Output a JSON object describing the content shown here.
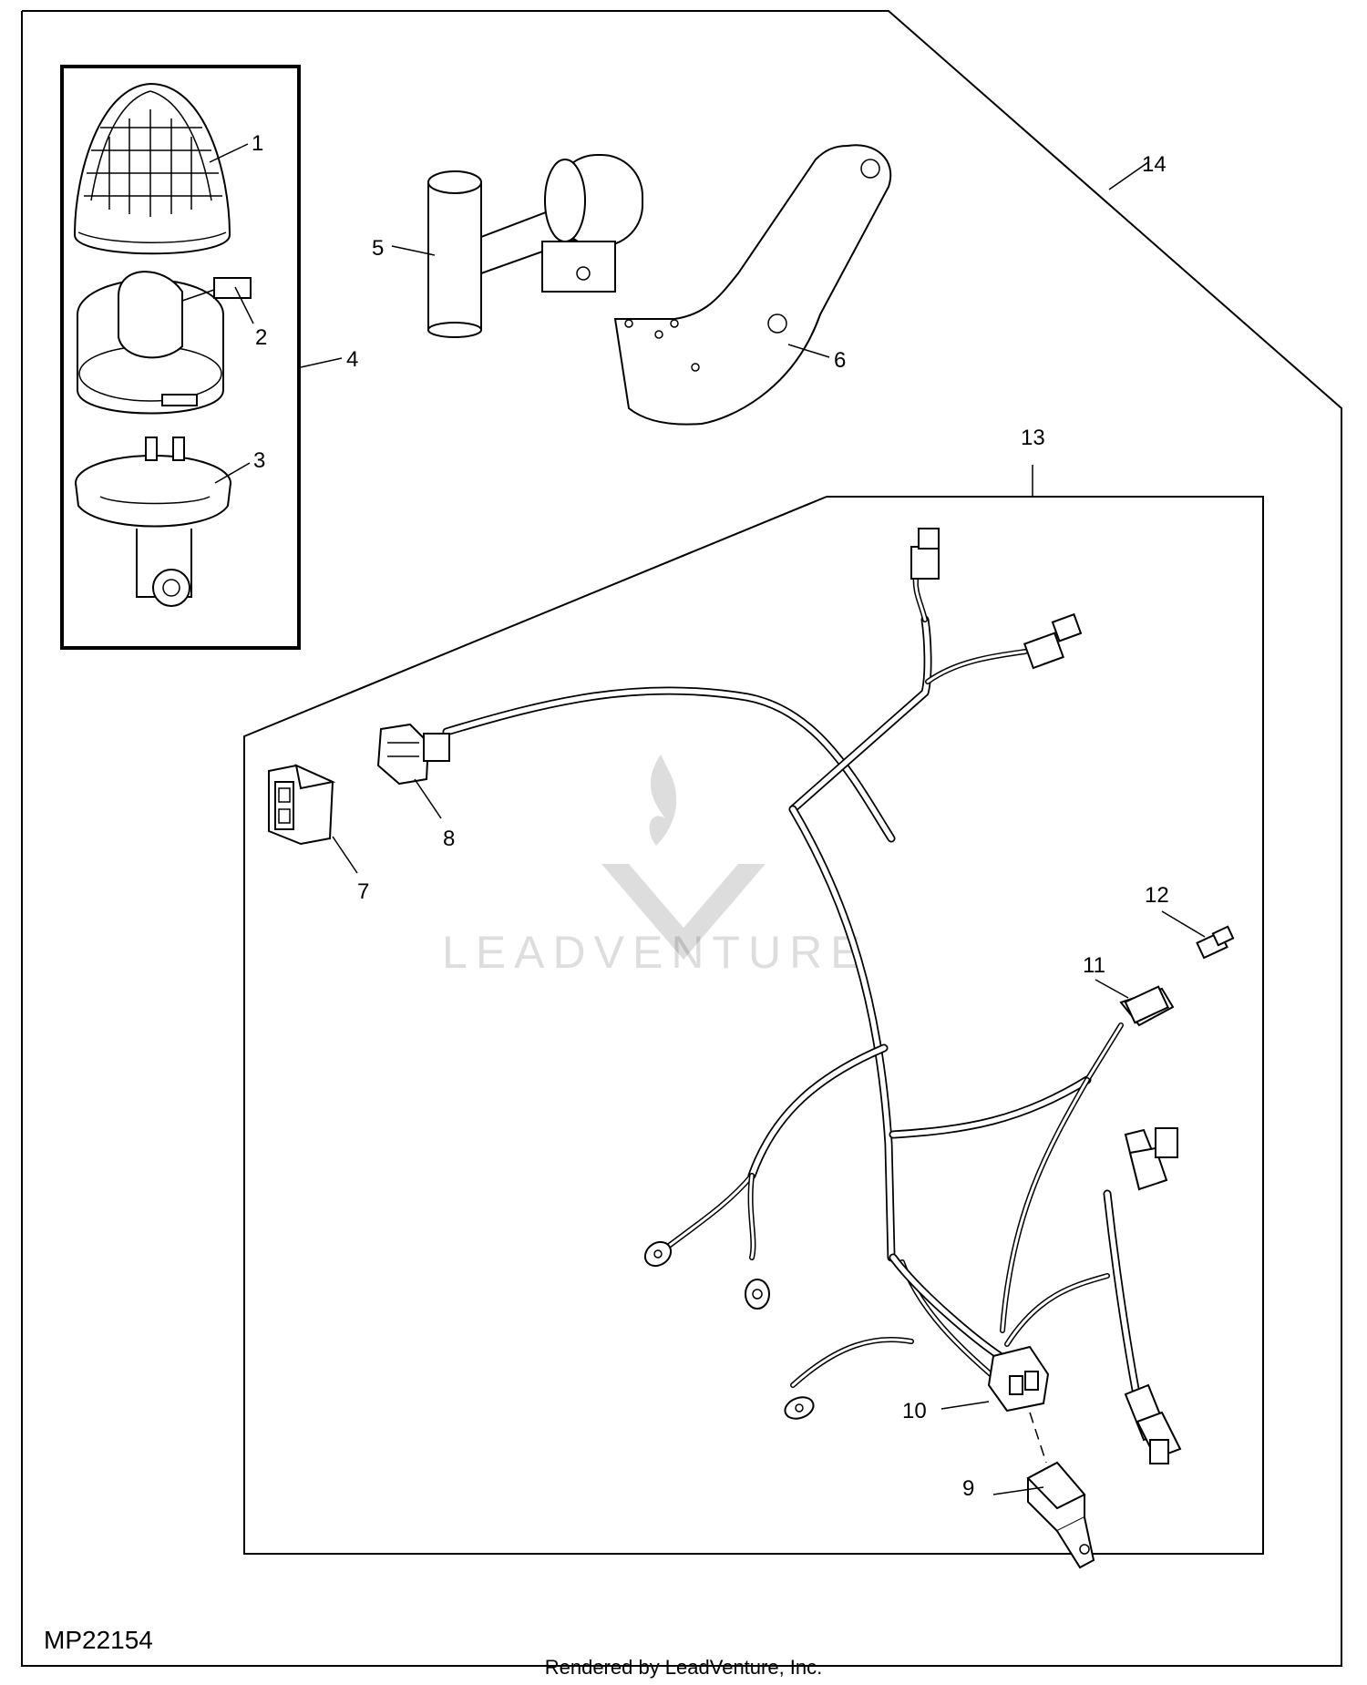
{
  "diagram": {
    "code": "MP22154",
    "footer": "Rendered by LeadVenture, Inc.",
    "watermark": "LEADVENTURE",
    "callouts": [
      "1",
      "2",
      "3",
      "4",
      "5",
      "6",
      "7",
      "8",
      "9",
      "10",
      "11",
      "12",
      "13",
      "14"
    ]
  }
}
